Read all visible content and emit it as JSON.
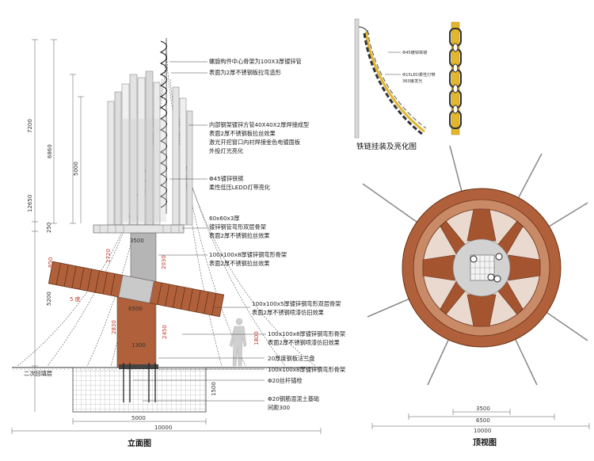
{
  "elevation": {
    "title": "立面图",
    "annotations": [
      "螺旋构件中心骨架为100X3厚镀锌管",
      "表面为2厚不锈钢板拉弯造形",
      "内部钢架镀锌方管40X40X2厚焊接成型",
      "表面2厚不锈钢板拉丝效果",
      "激光开挖窗口内衬焊接金色电镀面板",
      "外投灯光亮化",
      "Φ45镀锌铁链",
      "柔性低压LEDD灯带亮化",
      "60x60x3厚",
      "镀锌钢管弯形双层骨架",
      "表面2厚不锈钢拉丝效果",
      "100x100x8厚镀锌钢弯形骨架",
      "表面2厚不锈钢拉丝效果",
      "100x100x5厚镀锌钢弯形双层骨架",
      "表面2厚不锈钢喷漆仿旧效果",
      "100x100x8厚镀锌钢弯形骨架",
      "表面2厚不锈钢喷漆仿旧效果",
      "20厚度钢板法兰盘",
      "100x100x8厚镀锌钢弯形骨架",
      "Φ20丝杆锚栓",
      "Φ20钢筋混泥土基础",
      "间距300"
    ],
    "left_label": "二次回填层",
    "dims": {
      "d7200": "7200",
      "d12650": "12650",
      "d6860": "6860",
      "d5000": "5000",
      "d250": "250",
      "d5200": "5200",
      "d850": "850",
      "d1720": "1720",
      "d2030": "2030",
      "d3500": "3500",
      "d6500": "6500",
      "d1300": "1300",
      "d2830": "2830",
      "d2450": "2450",
      "d1800": "1800",
      "d1500": "1500",
      "d5000b": "5000",
      "d10000": "10000",
      "angle": "5 度"
    }
  },
  "chain": {
    "title": "铁链挂装及亮化图",
    "labels": [
      "Φ45镀锌铁链",
      "Φ15LED柔性灯带",
      "360度发光"
    ]
  },
  "plan": {
    "title": "顶视图",
    "dims": {
      "d3500": "3500",
      "d6500": "6500",
      "d10000": "10000"
    }
  },
  "colors": {
    "rust": "#b0613b",
    "rust_dark": "#7a3a1c",
    "frame": "#8a8a8a",
    "gold": "#e2b72d",
    "red_dim": "#c0392b"
  }
}
